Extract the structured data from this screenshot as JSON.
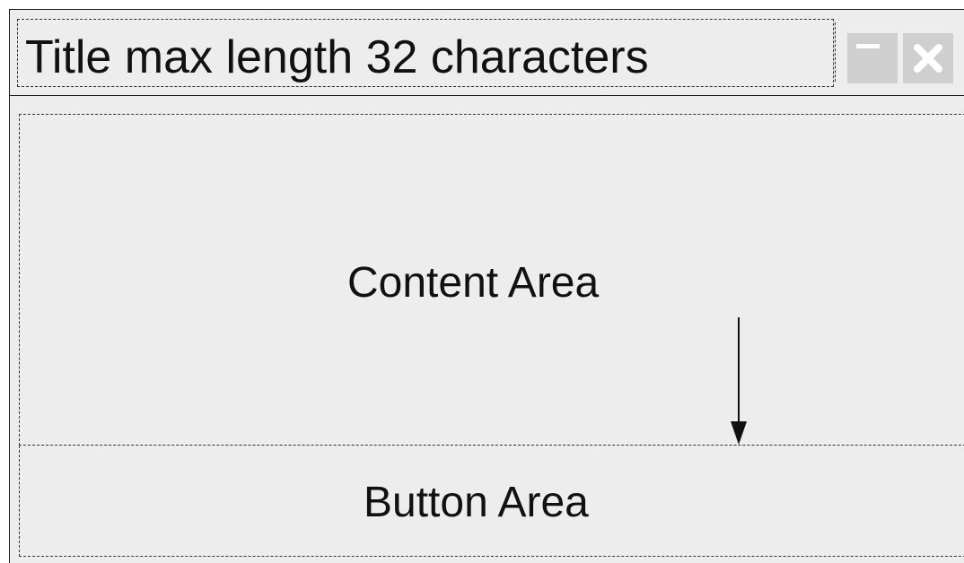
{
  "window": {
    "title": "Title max length 32 characters"
  },
  "title_buttons": {
    "minimize_icon": "minimize-icon",
    "close_icon": "close-icon",
    "button_color": "#cfcfcf"
  },
  "content_area": {
    "label": "Content Area"
  },
  "button_area": {
    "label": "Button Area"
  },
  "colors": {
    "background": "#ededed",
    "border": "#1a1a1a"
  }
}
